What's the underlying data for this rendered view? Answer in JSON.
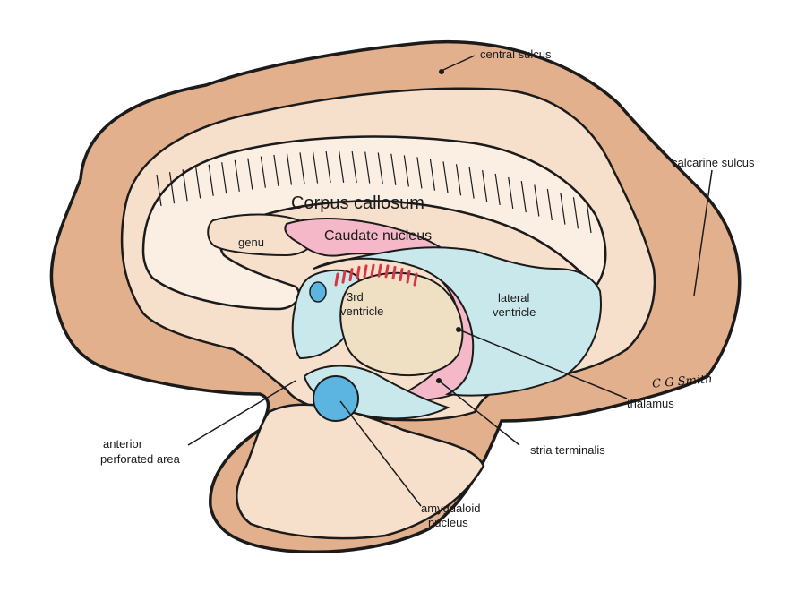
{
  "labels": {
    "central_sulcus": "central sulcus",
    "calcarine_sulcus": "calcarine sulcus",
    "corpus_callosum": "Corpus callosum",
    "genu": "genu",
    "caudate_nucleus": "Caudate nucleus",
    "third_ventricle_line1": "3rd",
    "third_ventricle_line2": "ventricle",
    "lateral_ventricle_line1": "lateral",
    "lateral_ventricle_line2": "ventricle",
    "thalamus": "thalamus",
    "stria_terminalis": "stria terminalis",
    "anterior_perforated_line1": "anterior",
    "anterior_perforated_line2": "perforated area",
    "amygdaloid_line1": "amygdaloid",
    "amygdaloid_line2": "nucleus"
  },
  "signature": "C G Smith",
  "colors": {
    "cortex": "#e2b08c",
    "white_matter": "#f6dfcb",
    "corpus_callosum": "#fbeee2",
    "caudate": "#f4b8c8",
    "ventricle": "#c9e8ec",
    "thalamus": "#efe0c4",
    "amygdala": "#5bb5e0",
    "outline": "#1b1b1b",
    "red_vessels": "#d83545"
  }
}
